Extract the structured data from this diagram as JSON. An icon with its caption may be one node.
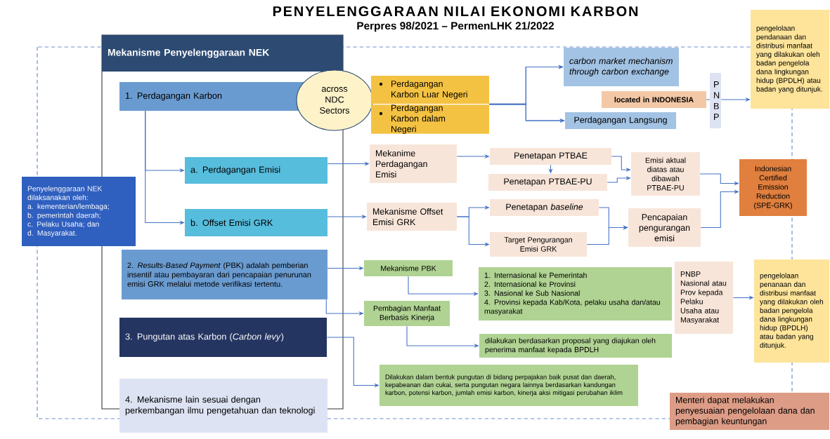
{
  "diagram": {
    "title": "PENYELENGGARAAN NILAI EKONOMI KARBON",
    "nodes": [
      {
        "text": [
          "Mekanisme Penyelenggaraan NEK"
        ]
      },
      {
        "text": [
          "1. Perdagangan Karbon"
        ],
        "in": 0
      },
      {
        "text": [
          "across NDC Sectors"
        ]
      },
      {
        "text": [
          "a. Perdagangan Emisi"
        ],
        "in": 0
      },
      {
        "text": [
          "b. Offset Emisi GRK"
        ],
        "in": 0
      },
      {
        "text": [
          "2. *Results-Based Payment* (PBK) adalah pemberian insentif atau pembayaran dari pencapaian penurunan emisi GRK melalui metode verifikasi tertentu."
        ],
        "in": 0
      },
      {
        "text": [
          "3. Pungutan atas Karbon (*Carbon levy*)"
        ],
        "in": 0
      },
      {
        "text": [
          "4. Mekanisme lain sesuai dengan perkembangan ilmu pengetahuan dan teknologi"
        ]
      },
      {
        "text": [
          "Penyelenggaraan NEK dilaksanakan oleh:",
          "a. kementerian/lembaga;",
          "b. pemerintah daerah;",
          "c. Pelaku Usaha; dan",
          "d. Masyarakat."
        ]
      },
      {
        "text": [
          "Perdagangan Karbon Luar Negeri"
        ]
      },
      {
        "text": [
          "Perdagangan Karbon dalam Negeri"
        ]
      },
      {
        "text": [
          "carbon market mechanism through carbon exchange"
        ]
      },
      {
        "text": [
          "located in INDONESIA"
        ]
      },
      {
        "text": [
          "Perdagangan Langsung"
        ]
      },
      {
        "text": [
          "P N B P"
        ]
      },
      {
        "text": [
          "pengelolaan pendanaan dan distribusi manfaat yang dilakukan oleh badan pengelola dana lingkungan hidup (BPDLH) atau badan yang ditunjuk."
        ]
      },
      {
        "text": [
          "Mekanime Perdagangan Emisi"
        ]
      },
      {
        "text": [
          "Penetapan PTBAE"
        ]
      },
      {
        "text": [
          "Penetapan PTBAE-PU"
        ]
      },
      {
        "text": [
          "Emisi aktual diatas atau dibawah PTBAE-PU"
        ]
      },
      {
        "text": [
          "Indonesian Certified Emission Reduction (SPE-GRK)"
        ]
      },
      {
        "text": [
          "Mekanisme Offset Emisi GRK"
        ]
      },
      {
        "text": [
          "Penetapan *baseline*"
        ]
      },
      {
        "text": [
          "Target Pengurangan Emisi GRK"
        ]
      },
      {
        "text": [
          "Pencapaian pengurangan emisi"
        ]
      },
      {
        "text": [
          "Mekanisme PBK"
        ]
      },
      {
        "text": [
          "Pembagian Manfaat Berbasis Kinerja"
        ]
      },
      {
        "text": [
          "1. Internasional ke Pemerintah",
          "2. Internasional ke Provinsi",
          "3. Nasional ke Sub Nasional",
          "4. Provinsi kepada Kab/Kota, pelaku usaha dan/atau masyarakat"
        ]
      },
      {
        "text": [
          "dilakukan berdasarkan proposal yang diajukan oleh penerima manfaat kepada BPDLH"
        ]
      },
      {
        "text": [
          "Dilakukan dalam bentuk pungutan di bidang perpajakan baik pusat dan daerah, kepabeanan dan cukai, serta pungutan negara lainnya berdasarkan kandungan karbon, potensi karbon, jumlah emisi karbon, kinerja aksi mitigasi perubahan iklim"
        ]
      },
      {
        "text": [
          "PNBP Nasional atau Prov kepada Pelaku Usaha atau Masyarakat"
        ]
      },
      {
        "text": [
          "pengelolaan penanaan dan distribusi manfaat yang dilakukan oleh badan pengelola dana lingkungan hidup (BPDLH) atau badan yang ditunjuk."
        ]
      },
      {
        "text": [
          "Menteri dapat melakukan penyesuaian pengelolaan dana dan pembagian keuntungan"
        ]
      }
    ],
    "edges": [
      {
        "from": 1,
        "to": 3,
        "arrow": "to"
      },
      {
        "from": 1,
        "to": 4,
        "arrow": "to"
      },
      {
        "from": 9,
        "to": 11,
        "arrow": "to"
      },
      {
        "from": 10,
        "to": 11,
        "arrow": "to"
      },
      {
        "from": 9,
        "to": 13,
        "arrow": "to"
      },
      {
        "from": 10,
        "to": 13,
        "arrow": "to"
      },
      {
        "from": 12,
        "to": 14,
        "arrow": "none"
      },
      {
        "from": 14,
        "to": 15,
        "arrow": "to"
      },
      {
        "from": 3,
        "to": 16,
        "arrow": "to"
      },
      {
        "from": 16,
        "to": 17,
        "arrow": "to"
      },
      {
        "from": 17,
        "to": 18,
        "arrow": "to"
      },
      {
        "from": 17,
        "to": 19,
        "arrow": "to"
      },
      {
        "from": 18,
        "to": 19,
        "arrow": "to"
      },
      {
        "from": 19,
        "to": 20,
        "arrow": "to"
      },
      {
        "from": 4,
        "to": 21,
        "arrow": "to"
      },
      {
        "from": 21,
        "to": 22,
        "arrow": "to"
      },
      {
        "from": 21,
        "to": 23,
        "arrow": "to"
      },
      {
        "from": 22,
        "to": 24,
        "arrow": "to"
      },
      {
        "from": 23,
        "to": 24,
        "arrow": "to"
      },
      {
        "from": 24,
        "to": 20,
        "arrow": "to"
      },
      {
        "from": 5,
        "to": 25,
        "arrow": "to"
      },
      {
        "from": 5,
        "to": 26,
        "arrow": "to"
      },
      {
        "from": 25,
        "to": 27,
        "arrow": "to"
      },
      {
        "from": 26,
        "to": 28,
        "arrow": "to"
      },
      {
        "from": 6,
        "to": 29,
        "arrow": "to"
      },
      {
        "from": 30,
        "to": 31,
        "arrow": "to"
      }
    ],
    "labels": [
      "Perpres 98/2021 – PermenLHK 21/2022"
    ]
  }
}
